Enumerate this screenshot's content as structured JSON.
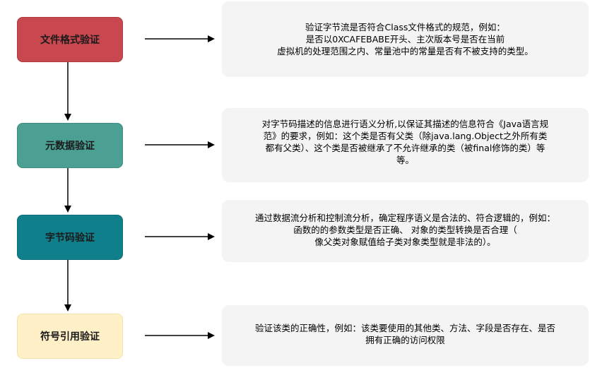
{
  "stages": [
    {
      "label": "文件格式验证",
      "description": "验证字节流是否符合Class文件格式的规范，例如：\n是否以0XCAFEBABE开头、主次版本号是否在当前\n虚拟机的处理范围之内、常量池中的常量是否有不被支持的类型。"
    },
    {
      "label": "元数据验证",
      "description": "对字节码描述的信息进行语义分析,以保证其描述的信息符合《Java语言规\n范》的要求，例如：这个类是否有父类（除java.lang.Object之外所有类\n都有父类）、这个类是否被继承了不允许继承的类（被final修饰的类）等\n等。"
    },
    {
      "label": "字节码验证",
      "description": "通过数据流分析和控制流分析，确定程序语义是合法的、符合逻辑的，例如：\n函数的的参数类型是否正确、 对象的类型转换是否合理（\n像父类对象赋值给子类对象类型就是非法的）。"
    },
    {
      "label": "符号引用验证",
      "description": "验证该类的正确性，例如：该类要使用的其他类、方法、字段是否存在、是否\n拥有正确的访问权限"
    }
  ],
  "colors": {
    "stage_0": "#c9484f",
    "stage_1": "#4ba093",
    "stage_2": "#0f7f8c",
    "stage_3": "#fff0c8",
    "description_bg": "#f4f4f4",
    "arrow": "#000000"
  }
}
